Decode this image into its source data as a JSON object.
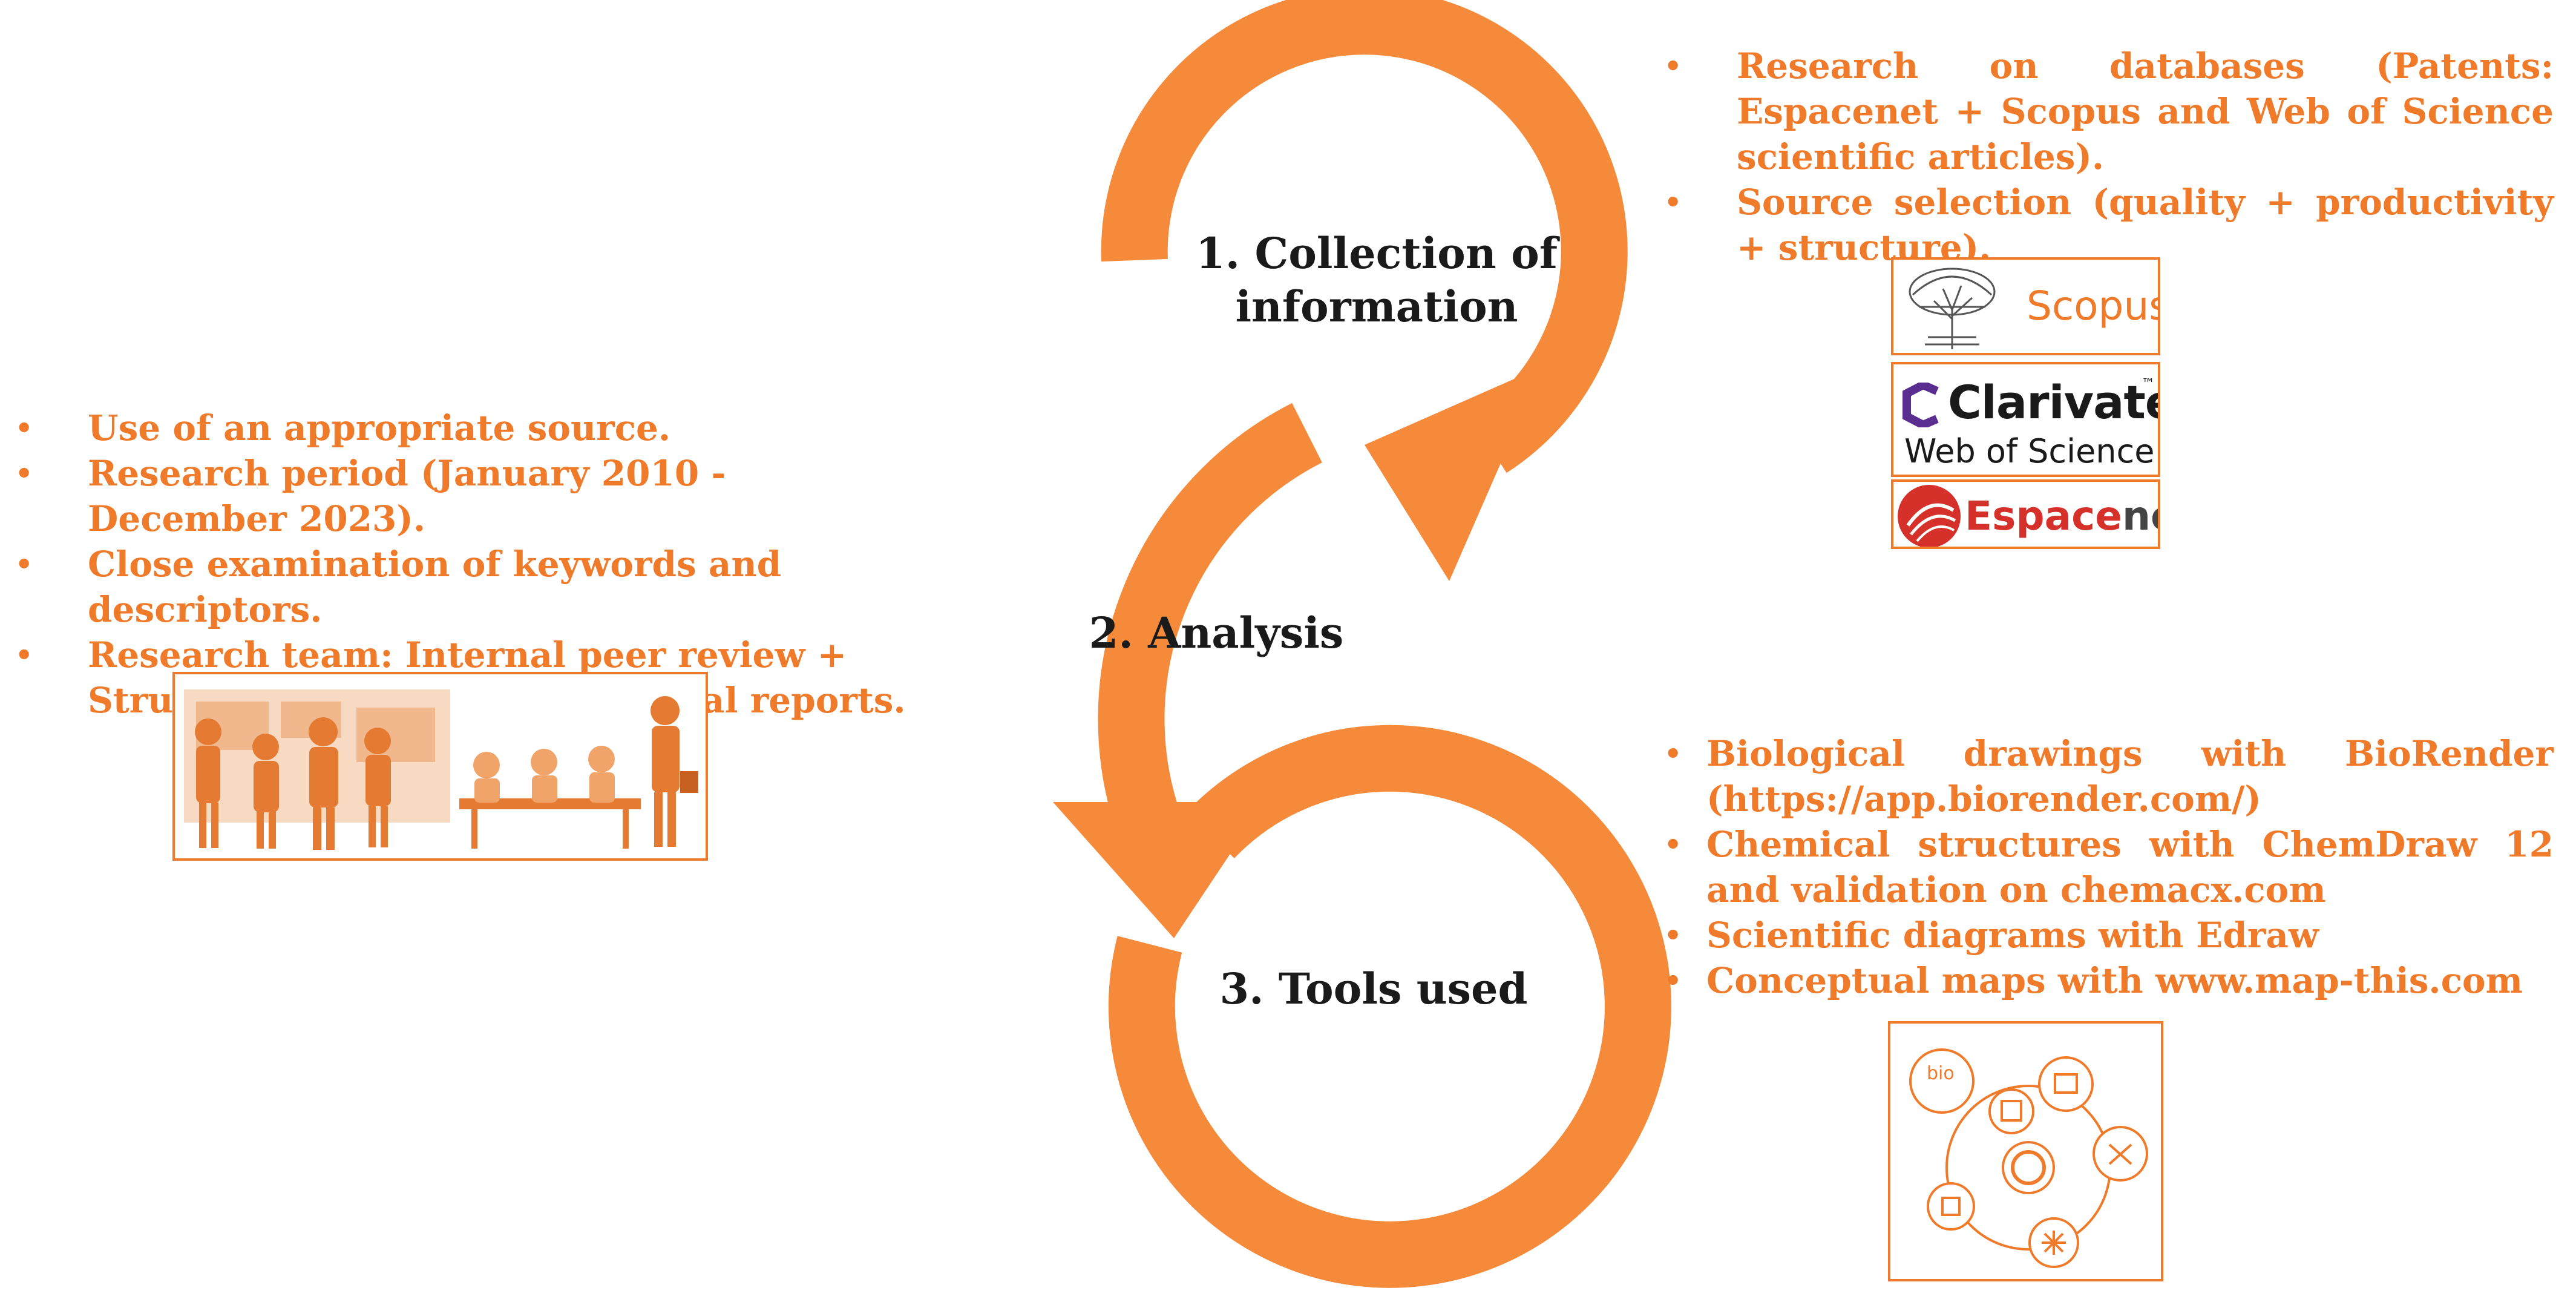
{
  "steps": [
    {
      "line1": "1. Collection of",
      "line2": "information"
    },
    {
      "line1": "2. Analysis"
    },
    {
      "line1": "3. Tools used"
    }
  ],
  "collection_bullets": [
    "Research on databases (Patents: Espacenet + Scopus and Web of Science scientific articles).",
    "Source selection (quality + productivity + structure)."
  ],
  "analysis_bullets": [
    "Use of an appropriate source.",
    "Research period (January 2010 - December 2023).",
    "Close examination of keywords and descriptors.",
    "Research team: Internal peer review + Structured brainstorming + final reports."
  ],
  "tools_bullets": [
    "Biological drawings with BioRender (https://app.biorender.com/)",
    "Chemical structures with ChemDraw 12 and validation on chemacx.com",
    "Scientific diagrams with Edraw",
    "Conceptual maps with www.map-this.com"
  ],
  "logos": {
    "scopus": "Scopus",
    "clarivate": "Clarivate",
    "clarivate_tm": "™",
    "web_of_science": "Web of Science",
    "espacenet_part1": "Espace",
    "espacenet_part2": "net",
    "biorender": "bio"
  },
  "colors": {
    "accent": "#ef7a2a",
    "text": "#1a1a1a",
    "espacenet_red": "#d6302a"
  }
}
